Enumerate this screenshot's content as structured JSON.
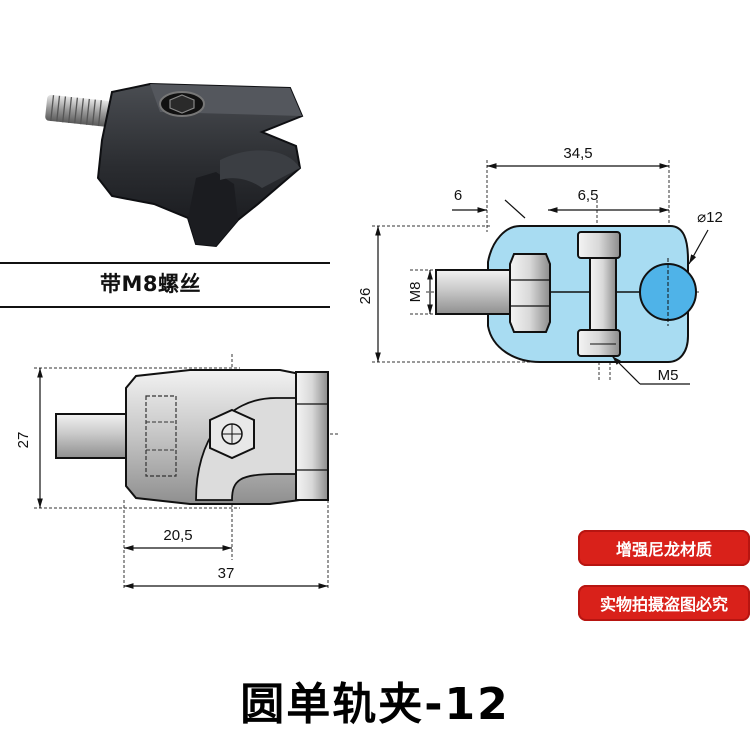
{
  "label": "带M8螺丝",
  "badges": [
    "增强尼龙材质",
    "实物拍摄盗图必究"
  ],
  "title": "圆单轨夹-12",
  "top_view": {
    "dims": {
      "width": "34,5",
      "left": "6",
      "right": "6,5",
      "height": "26",
      "bolt": "M8",
      "diameter": "⌀12",
      "screw": "M5"
    }
  },
  "side_view": {
    "dims": {
      "height": "27",
      "inner": "20,5",
      "length": "37"
    }
  },
  "colors": {
    "part_fill": "#a8dcf2",
    "rod_fill": "#4fb3e8",
    "badge": "#d9211a"
  }
}
